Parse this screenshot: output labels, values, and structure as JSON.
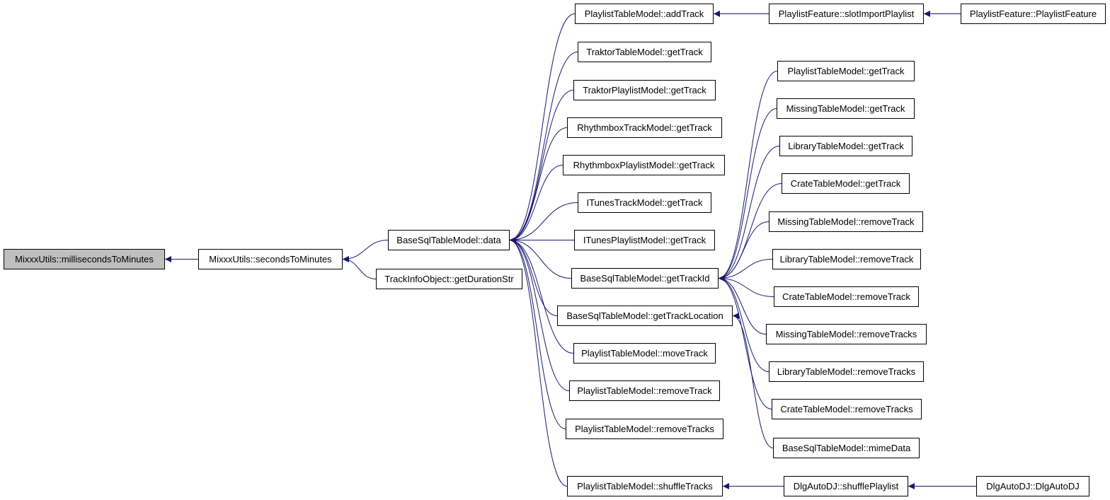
{
  "colors": {
    "edge": "#191970",
    "node_border": "#000000",
    "root_fill": "#bfbfbf",
    "node_fill": "#ffffff"
  },
  "nodes": {
    "root": "MixxxUtils::millisecondsToMinutes",
    "secondsToMinutes": "MixxxUtils::secondsToMinutes",
    "baseData": "BaseSqlTableModel::data",
    "getDurationStr": "TrackInfoObject::getDurationStr",
    "plAddTrack": "PlaylistTableModel::addTrack",
    "traktorTrack": "TraktorTableModel::getTrack",
    "traktorPlaylist": "TraktorPlaylistModel::getTrack",
    "rhythmTrack": "RhythmboxTrackModel::getTrack",
    "rhythmPlaylist": "RhythmboxPlaylistModel::getTrack",
    "itunesTrack": "ITunesTrackModel::getTrack",
    "itunesPlaylist": "ITunesPlaylistModel::getTrack",
    "getTrackId": "BaseSqlTableModel::getTrackId",
    "getTrackLocation": "BaseSqlTableModel::getTrackLocation",
    "plMoveTrack": "PlaylistTableModel::moveTrack",
    "plRemoveTrack": "PlaylistTableModel::removeTrack",
    "plRemoveTracks": "PlaylistTableModel::removeTracks",
    "plShuffle": "PlaylistTableModel::shuffleTracks",
    "slotImport": "PlaylistFeature::slotImportPlaylist",
    "plFeature": "PlaylistFeature::PlaylistFeature",
    "plGetTrack": "PlaylistTableModel::getTrack",
    "missingGetTrack": "MissingTableModel::getTrack",
    "libraryGetTrack": "LibraryTableModel::getTrack",
    "crateGetTrack": "CrateTableModel::getTrack",
    "missingRemoveTrack": "MissingTableModel::removeTrack",
    "libraryRemoveTrack": "LibraryTableModel::removeTrack",
    "crateRemoveTrack": "CrateTableModel::removeTrack",
    "missingRemoveTracks": "MissingTableModel::removeTracks",
    "libraryRemoveTracks": "LibraryTableModel::removeTracks",
    "crateRemoveTracks": "CrateTableModel::removeTracks",
    "mimeData": "BaseSqlTableModel::mimeData",
    "shufflePlaylist": "DlgAutoDJ::shufflePlaylist",
    "dlgAutoDJ": "DlgAutoDJ::DlgAutoDJ"
  },
  "edges": [
    [
      "secondsToMinutes",
      "root"
    ],
    [
      "baseData",
      "secondsToMinutes"
    ],
    [
      "getDurationStr",
      "secondsToMinutes"
    ],
    [
      "plAddTrack",
      "baseData"
    ],
    [
      "traktorTrack",
      "baseData"
    ],
    [
      "traktorPlaylist",
      "baseData"
    ],
    [
      "rhythmTrack",
      "baseData"
    ],
    [
      "rhythmPlaylist",
      "baseData"
    ],
    [
      "itunesTrack",
      "baseData"
    ],
    [
      "itunesPlaylist",
      "baseData"
    ],
    [
      "getTrackId",
      "baseData"
    ],
    [
      "getTrackLocation",
      "baseData"
    ],
    [
      "plMoveTrack",
      "baseData"
    ],
    [
      "plRemoveTrack",
      "baseData"
    ],
    [
      "plRemoveTracks",
      "baseData"
    ],
    [
      "plShuffle",
      "baseData"
    ],
    [
      "slotImport",
      "plAddTrack"
    ],
    [
      "plFeature",
      "slotImport"
    ],
    [
      "plGetTrack",
      "getTrackId"
    ],
    [
      "missingGetTrack",
      "getTrackId"
    ],
    [
      "libraryGetTrack",
      "getTrackId"
    ],
    [
      "crateGetTrack",
      "getTrackId"
    ],
    [
      "missingRemoveTrack",
      "getTrackId"
    ],
    [
      "libraryRemoveTrack",
      "getTrackId"
    ],
    [
      "crateRemoveTrack",
      "getTrackId"
    ],
    [
      "missingRemoveTracks",
      "getTrackId"
    ],
    [
      "libraryRemoveTracks",
      "getTrackId"
    ],
    [
      "crateRemoveTracks",
      "getTrackId"
    ],
    [
      "mimeData",
      "getTrackLocation"
    ],
    [
      "shufflePlaylist",
      "plShuffle"
    ],
    [
      "dlgAutoDJ",
      "shufflePlaylist"
    ]
  ]
}
